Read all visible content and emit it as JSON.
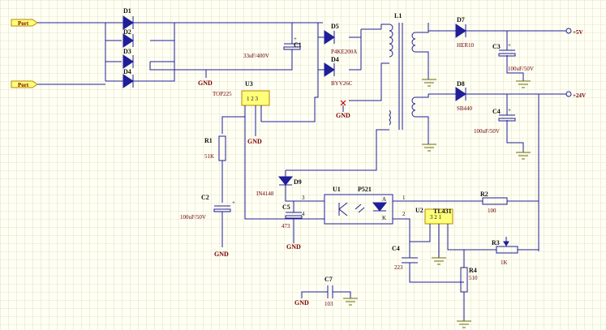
{
  "ports": [
    {
      "id": "port-input-top",
      "label": "Port"
    },
    {
      "id": "port-input-bottom",
      "label": "Port"
    }
  ],
  "outputs": {
    "v5": "+5V",
    "v24": "+24V"
  },
  "diodes": {
    "d1": "D1",
    "d2": "D2",
    "d3": "D3",
    "d4": "D4",
    "d5": "D5",
    "d5_val": "P4KE200A",
    "d4b": "D4",
    "d4b_val": "BYV26C",
    "d7": "D7",
    "d7_val": "HER10",
    "d8": "D8",
    "d8_val": "SB440",
    "d9": "D9",
    "d9_val": "IN4148"
  },
  "caps": {
    "c1": "C1",
    "c1_val": "33uF/400V",
    "c2": "C2",
    "c2_val": "100uF/50V",
    "c3": "C3",
    "c3_val": "100uF/50V",
    "c4": "C4",
    "c4_val": "100uF/50V",
    "c5": "C5",
    "c5_val": "473",
    "c6": "C4",
    "c6_val": "223",
    "c7": "C7",
    "c7_val": "103"
  },
  "resistors": {
    "r1": "R1",
    "r1_val": "51K",
    "r2": "R2",
    "r2_val": "100",
    "r3": "R3",
    "r3_val": "1K",
    "r4": "R4",
    "r4_val": "510"
  },
  "ics": {
    "u3": "U3",
    "u3_val": "TOP225",
    "u3_pins": "1 2 3",
    "u1": "U1",
    "u1_val": "P521",
    "u2": "U2",
    "u2_val": "TL431",
    "u2_pins": "3 2 1"
  },
  "transformer": "L1",
  "gnd": "GND",
  "pins": {
    "p1": "1",
    "p2": "2",
    "p3": "3",
    "p4": "4"
  },
  "colors": {
    "wire": "#1f1f9a",
    "grid": "#c9c9a8",
    "port_fill": "#ffff7a",
    "port_stroke": "#b58a00"
  }
}
